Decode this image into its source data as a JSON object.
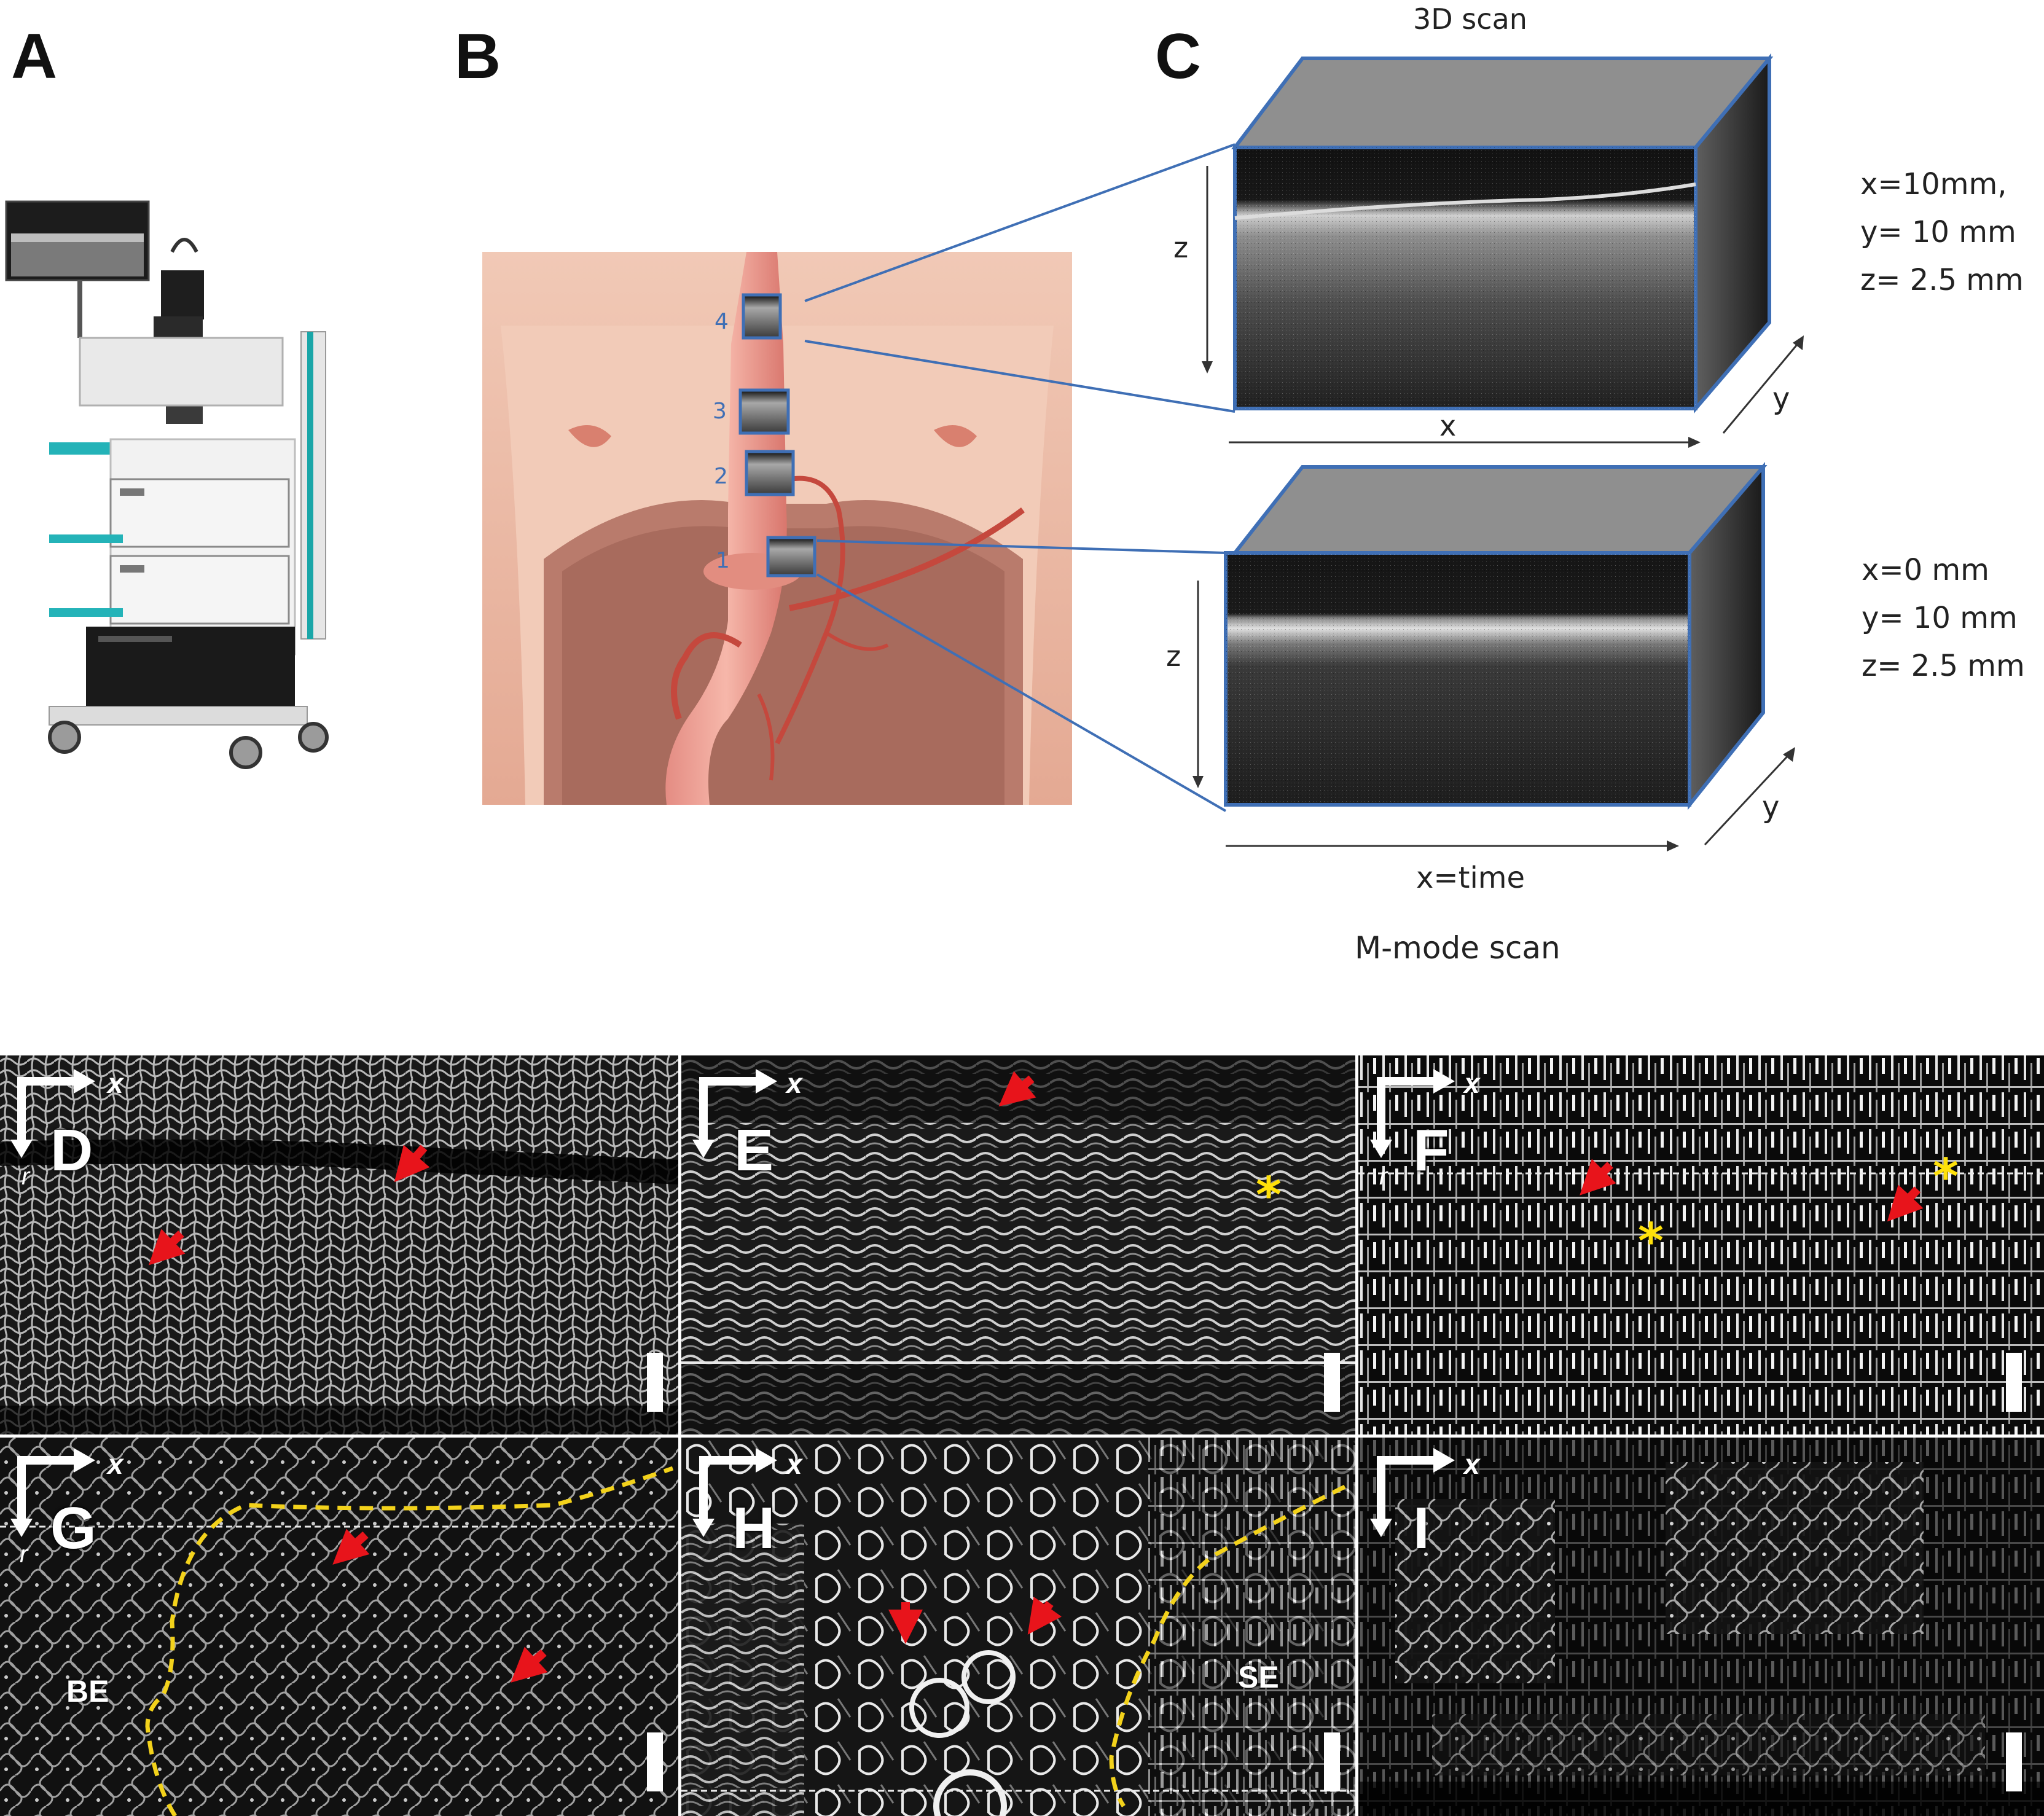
{
  "panels": {
    "a": "A",
    "b": "B",
    "c": "C",
    "d": "D",
    "e": "E",
    "f": "F",
    "g": "G",
    "h": "H",
    "i": "I"
  },
  "anatomy_labels": [
    "4",
    "3",
    "2",
    "1"
  ],
  "top_volume": {
    "caption": "3D scan",
    "axis_z": "z",
    "axis_x": "x",
    "axis_y": "y",
    "dims": [
      "x=10mm,",
      "y= 10 mm",
      "z= 2.5 mm"
    ]
  },
  "bottom_volume": {
    "caption": "M-mode scan",
    "axis_z": "z",
    "axis_x": "x=time",
    "axis_y": "y",
    "dims": [
      "x=0 mm",
      "y= 10 mm",
      "z= 2.5 mm"
    ]
  },
  "tile_axes": {
    "x": "x",
    "r": "r"
  },
  "tile_notes": {
    "g_left": "BE",
    "h_right": "SE"
  },
  "colors": {
    "arrow": "#e8141b",
    "asterisk": "#ffe10a",
    "boundary": "#f3d21b",
    "volume_edge": "#3f6fb5",
    "volume_top": "#8f8f8f"
  }
}
